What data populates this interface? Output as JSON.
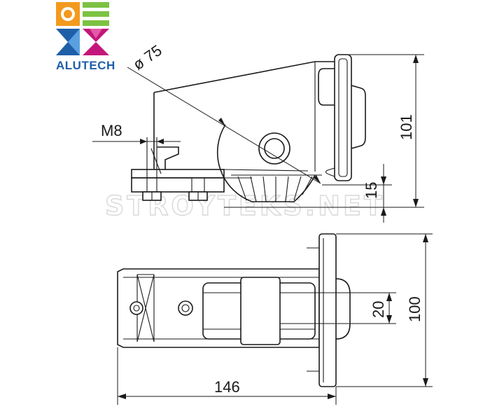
{
  "brand": {
    "name": "ALUTECH",
    "colors": {
      "orange": "#f39a1e",
      "green": "#7cc242",
      "blue": "#1f5fa8",
      "magenta": "#c4167a",
      "text": "#1f5fa8"
    }
  },
  "watermark": {
    "text": "STROYTEKS.NET"
  },
  "side_view": {
    "diameter_label": "ø 75",
    "thread_label": "M8",
    "height_label": "101",
    "offset_label": "15"
  },
  "top_view": {
    "length_label": "146",
    "width_label": "100",
    "inner_width_label": "20"
  }
}
